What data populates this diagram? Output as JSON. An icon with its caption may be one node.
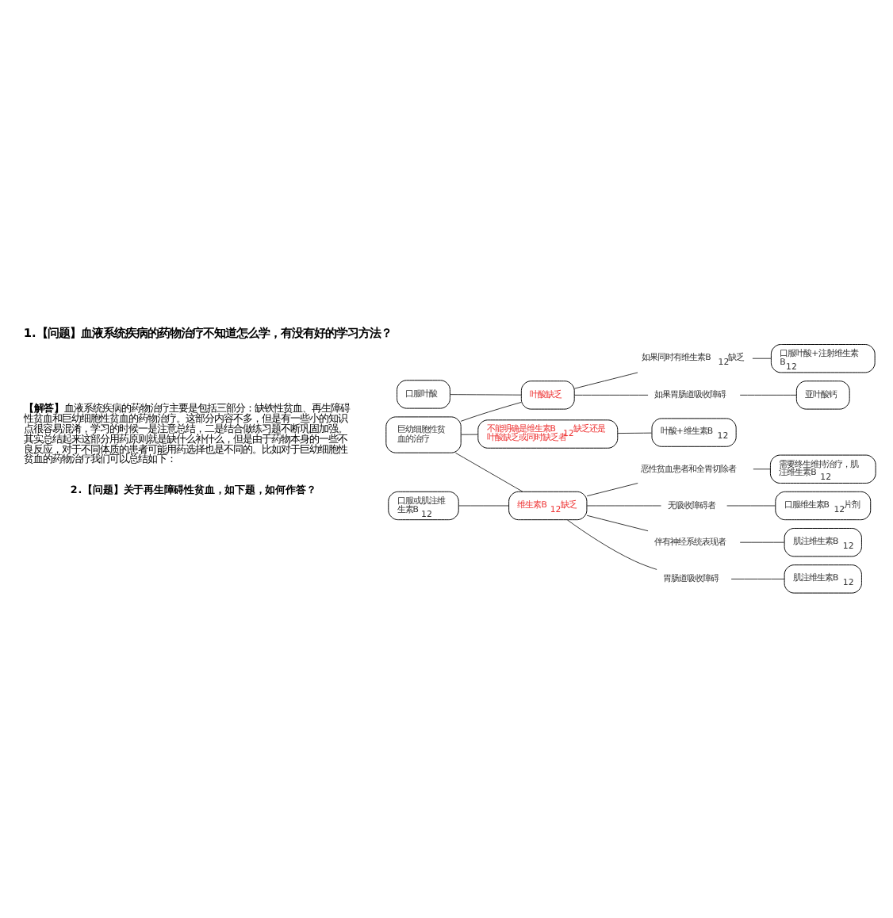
{
  "diagram": {
    "title": "1.【问题】血液系统疾病的药物治疗不知道怎么学，有没有好的学习方法？",
    "nodes": [
      {
        "text": [
          "巨幼细胞性贫血的治疗"
        ]
      },
      {
        "text": [
          "口服叶酸"
        ]
      },
      {
        "text": [
          "叶酸缺乏"
        ]
      },
      {
        "text": [
          "如果胃肠道吸收障碍"
        ]
      },
      {
        "text": [
          "亚叶酸钙"
        ]
      },
      {
        "text": [
          "如果同时有维生素B$_{12}$缺乏"
        ]
      },
      {
        "text": [
          "口服叶酸+注射维生素B$_{12}$"
        ]
      },
      {
        "text": [
          "口服或肌注维生素B$_{12}$"
        ]
      },
      {
        "text": [
          "维生素B$_{12}$缺乏"
        ]
      },
      {
        "text": [
          "胃肠道吸收障碍"
        ]
      },
      {
        "text": [
          "肌注维生素B$_{12}$"
        ]
      },
      {
        "text": [
          "恶性贫血患者和全胃切除者"
        ]
      },
      {
        "text": [
          "需要终生维持治疗，肌注维生素B$_{12}$"
        ]
      },
      {
        "text": [
          "无吸收障碍者"
        ]
      },
      {
        "text": [
          "口服维生素B$_{12}$片剂"
        ]
      },
      {
        "text": [
          "伴有神经系统表现者"
        ]
      },
      {
        "text": [
          "肌注维生素B$_{12}$"
        ]
      },
      {
        "text": [
          "不能明确是维生素B$_{12}$缺乏还是叶酸缺乏或同时缺乏者"
        ]
      },
      {
        "text": [
          "叶酸+维生素B$_{12}$"
        ]
      }
    ],
    "edges": [
      {
        "from": 0,
        "to": 2,
        "arrow": "none"
      },
      {
        "from": 0,
        "to": 8,
        "arrow": "none"
      },
      {
        "from": 0,
        "to": 17,
        "arrow": "none"
      },
      {
        "from": 1,
        "to": 2,
        "arrow": "none"
      },
      {
        "from": 2,
        "to": 3,
        "arrow": "none"
      },
      {
        "from": 2,
        "to": 5,
        "arrow": "none"
      },
      {
        "from": 3,
        "to": 4,
        "arrow": "none"
      },
      {
        "from": 5,
        "to": 6,
        "arrow": "none"
      },
      {
        "from": 7,
        "to": 8,
        "arrow": "none"
      },
      {
        "from": 8,
        "to": 9,
        "arrow": "none"
      },
      {
        "from": 8,
        "to": 11,
        "arrow": "none"
      },
      {
        "from": 8,
        "to": 13,
        "arrow": "none"
      },
      {
        "from": 8,
        "to": 15,
        "arrow": "none"
      },
      {
        "from": 9,
        "to": 10,
        "arrow": "none"
      },
      {
        "from": 11,
        "to": 12,
        "arrow": "none"
      },
      {
        "from": 13,
        "to": 14,
        "arrow": "none"
      },
      {
        "from": 15,
        "to": 16,
        "arrow": "none"
      },
      {
        "from": 17,
        "to": 18,
        "arrow": "none"
      }
    ],
    "labels": [
      "**【解答】**血液系统疾病的药物治疗主要是包括三部分：缺铁性贫血、再生障碍性贫血和巨幼细胞性贫血的药物治疗。这部分内容不多，但是有一些小的知识点很容易混淆，学习的时候一是注意总结，二是结合做练习题不断巩固加强。其实总结起来这部分用药原则就是缺什么补什么，但是由于药物本身的一些不良反应，对于不同体质的患者可能用药选择也是不同的。比如对于巨幼细胞性贫血的药物治疗我们可以总结如下：",
      "**2.【问题】关于再生障碍性贫血，如下题，如何作答？**"
    ]
  }
}
